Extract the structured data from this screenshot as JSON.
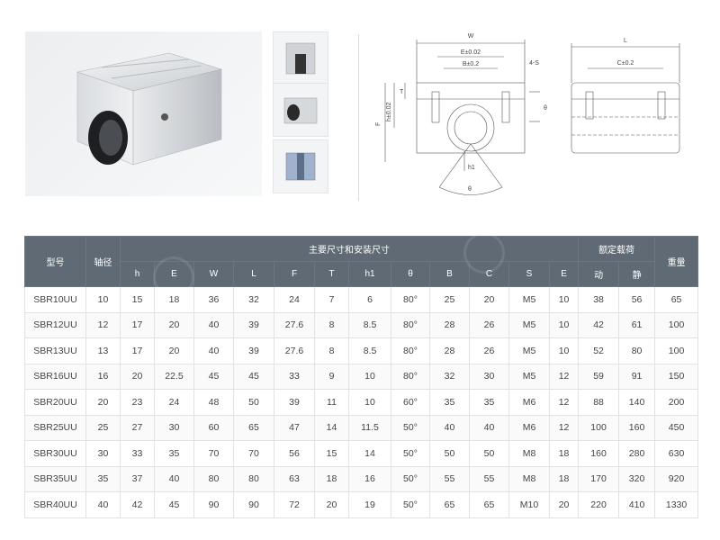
{
  "drawing": {
    "front": {
      "width_label": "W",
      "e_label": "E±0.02",
      "b_label": "B±0.2",
      "s_label": "4-S",
      "t_label": "T",
      "h_label": "h±0.02",
      "f_label": "F",
      "h1_label": "h1",
      "theta_label": "θ",
      "theta_side_label": "θ"
    },
    "side": {
      "l_label": "L",
      "c_label": "C±0.2"
    }
  },
  "table": {
    "header": {
      "model": "型号",
      "shaft_diameter": "轴径",
      "main_dims_group": "主要尺寸和安装尺寸",
      "load_group": "额定载荷",
      "weight": "重量",
      "dims": [
        "h",
        "E",
        "W",
        "L",
        "F",
        "T",
        "h1",
        "θ",
        "B",
        "C",
        "S",
        "E"
      ],
      "load": [
        "动",
        "静"
      ]
    },
    "rows": [
      [
        "SBR10UU",
        "10",
        "15",
        "18",
        "36",
        "32",
        "24",
        "7",
        "6",
        "80°",
        "25",
        "20",
        "M5",
        "10",
        "38",
        "56",
        "65"
      ],
      [
        "SBR12UU",
        "12",
        "17",
        "20",
        "40",
        "39",
        "27.6",
        "8",
        "8.5",
        "80°",
        "28",
        "26",
        "M5",
        "10",
        "42",
        "61",
        "100"
      ],
      [
        "SBR13UU",
        "13",
        "17",
        "20",
        "40",
        "39",
        "27.6",
        "8",
        "8.5",
        "80°",
        "28",
        "26",
        "M5",
        "10",
        "52",
        "80",
        "100"
      ],
      [
        "SBR16UU",
        "16",
        "20",
        "22.5",
        "45",
        "45",
        "33",
        "9",
        "10",
        "80°",
        "32",
        "30",
        "M5",
        "12",
        "59",
        "91",
        "150"
      ],
      [
        "SBR20UU",
        "20",
        "23",
        "24",
        "48",
        "50",
        "39",
        "11",
        "10",
        "60°",
        "35",
        "35",
        "M6",
        "12",
        "88",
        "140",
        "200"
      ],
      [
        "SBR25UU",
        "25",
        "27",
        "30",
        "60",
        "65",
        "47",
        "14",
        "11.5",
        "50°",
        "40",
        "40",
        "M6",
        "12",
        "100",
        "160",
        "450"
      ],
      [
        "SBR30UU",
        "30",
        "33",
        "35",
        "70",
        "70",
        "56",
        "15",
        "14",
        "50°",
        "50",
        "50",
        "M8",
        "18",
        "160",
        "280",
        "630"
      ],
      [
        "SBR35UU",
        "35",
        "37",
        "40",
        "80",
        "80",
        "63",
        "18",
        "16",
        "50°",
        "55",
        "55",
        "M8",
        "18",
        "170",
        "320",
        "920"
      ],
      [
        "SBR40UU",
        "40",
        "42",
        "45",
        "90",
        "90",
        "72",
        "20",
        "19",
        "50°",
        "65",
        "65",
        "M10",
        "20",
        "220",
        "410",
        "1330"
      ]
    ]
  }
}
